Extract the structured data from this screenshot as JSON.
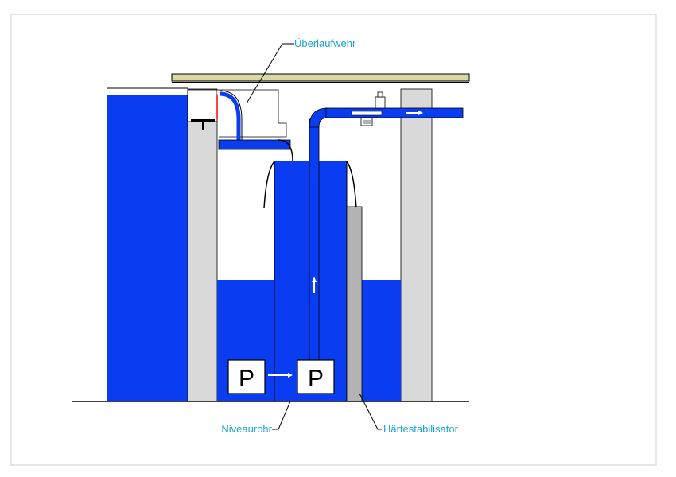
{
  "labels": {
    "overflow_weir": "Überlaufwehr",
    "level_pipe": "Niveaurohr",
    "hardness_stabilizer": "Härtestabilisator",
    "pump_left": "P",
    "pump_right": "P"
  },
  "colors": {
    "water": "#0a3cf2",
    "wall": "#d9d9d9",
    "label": "#1aa3d9",
    "stabilizer": "#b3b3b3",
    "lid": "#d8d9a3",
    "line": "#000000",
    "frame": "#cfcfcf"
  },
  "icons": {
    "flow_arrow": "arrow-right-icon",
    "flow_arrow_up": "arrow-up-icon",
    "valve": "valve-icon"
  }
}
